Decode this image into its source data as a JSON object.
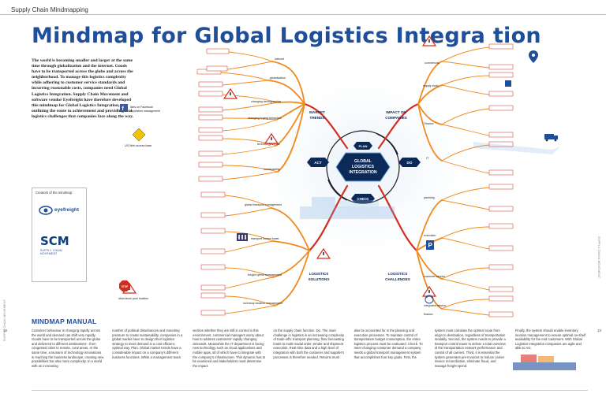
{
  "header": {
    "label": "Supply Chain Mindmapping"
  },
  "title": "Mindmap for Global Logistics Integra  tion",
  "intro_text": "The world is becoming smaller and larger at the same time through globalization and the internet. Goods have to be transported across the globe and across the neighborhood. To manage this logistics complexity while adhering to customer service standards and incurring reasonable costs, companies need Global Logistics Integration. Supply Chain Movement and software vendor Eyefreight have therefore developed this mindmap for Global Logistics Integration, outlining the route to achievement and providing real logistics challenges that companies face along the way.",
  "logos": {
    "title": "Creators of the mindmap:",
    "eyefreight": "eyefreight",
    "scm": "SCM",
    "scm_sub": "SUPPLY CHAIN MOVEMENT"
  },
  "center": {
    "line1": "GLOBAL",
    "line2": "LOGISTICS",
    "line3": "INTEGRATION"
  },
  "cycle": {
    "plan": "PLAN",
    "do": "DO",
    "check": "CHECK",
    "act": "ACT"
  },
  "branches": {
    "market_trends": "MARKET\nTRENDS",
    "impact_on_companies": "IMPACT ON\nCOMPANIES",
    "logistics_solutions": "LOGISTICS\nSOLUTIONS",
    "logistics_challenges": "LOGISTICS\nCHALLENGES"
  },
  "nodes": {
    "globalization": "globalization",
    "changing_demographics": "changing demographics",
    "changing_buying_behaviour": "changing buying behaviour",
    "technology_trends": "technology trends",
    "sustainability": "sustainability",
    "internet": "internet",
    "supply_chain": "supply chain",
    "commercial": "commercial",
    "finance": "finance",
    "it": "IT",
    "global_transport_management": "global transport management",
    "transport_control_tower": "transport control tower",
    "freight_spend_management": "freight spend management",
    "inventory_location_management": "inventory location management",
    "planning": "planning",
    "execution": "execution",
    "customer_service": "customer service",
    "integrated_returns": "integrated returns",
    "mm_finance": "finance",
    "us_web_access": "US Web access base",
    "like_facebook": "likes on Facebook",
    "reputation_management": "reputation management",
    "dashboard": "dashboard",
    "stop": "STOP",
    "ideal_stock_pool_location": "ideal stock pool location"
  },
  "manual": {
    "title": "MINDMAP MANUAL",
    "col1": "Customer behaviour is changing rapidly across the world and demand can shift very rapidly. Goods have to be transported across the globe and delivered to different destinations - from congested cities to remote, rural areas. At the same time, a tsunami of technology innovations is reaching the business landscape, creating new possibilities but also more complexity. In a world with an increasing",
    "col2": "number of political disturbances and mounting pressure to create sustainability, companies in a global market have to design their logistics strategy to meet demand in a cost efficient, optimal way. Plan. Global market trends have a considerable impact on a company's different business functions. While a management team",
    "col3": "worries whether they are still in control in this environment, commercial managers worry about how to address customers' rapidly changing demands. Meanwhile the IT department is facing new technology such as cloud applications and mobile apps, all of which have to integrate with the company's infrastructure. This dynamic has to be examined and stakeholders must determine the impact",
    "col4": "on the supply chain function. Do. The main challenge in logistics is an increasing complexity of trade-offs: transport planning, flow forecasting leads to multi-modal order, tender and shipment execution. Real-time data and a high level of integration with both the customer and supplier's processes is therefore needed. Returns must",
    "col5": "also be accounted for in the planning and execution processes. To maintain control of transportation budget consumption, the entire logistics process must be evaluated. Check. To meet changing consumer demand a company needs a global transport management system that accomplishes four key goals. First, the",
    "col6": "system must calculate the optimal route from origin to destination, regardless of transportation modality. Second, the system needs to provide a transport control tower to deliver a total overview of the transportation network performance and control of all carriers. Third, it is essential the system generates pre-invoices to reduce carrier invoice reconciliation, eliminate fraud, and manage freight spend.",
    "col7": "Finally, the system should enable inventory location management to ensure optimal on-shelf availability for the end customers. With Global Logistics Integration companies are agile and able to Act."
  },
  "side": {
    "left": "SUPPLY CHAIN MOVEMENT",
    "right": "SUPPLY CHAIN MOVEMENT"
  },
  "page_numbers": {
    "left": "18",
    "right": "19"
  },
  "colors": {
    "title_blue": "#1f4e9a",
    "branch_orange": "#f08a1c",
    "branch_red": "#d52b1e",
    "center_navy": "#0c2a57",
    "line_grey": "#9aa7b6"
  }
}
